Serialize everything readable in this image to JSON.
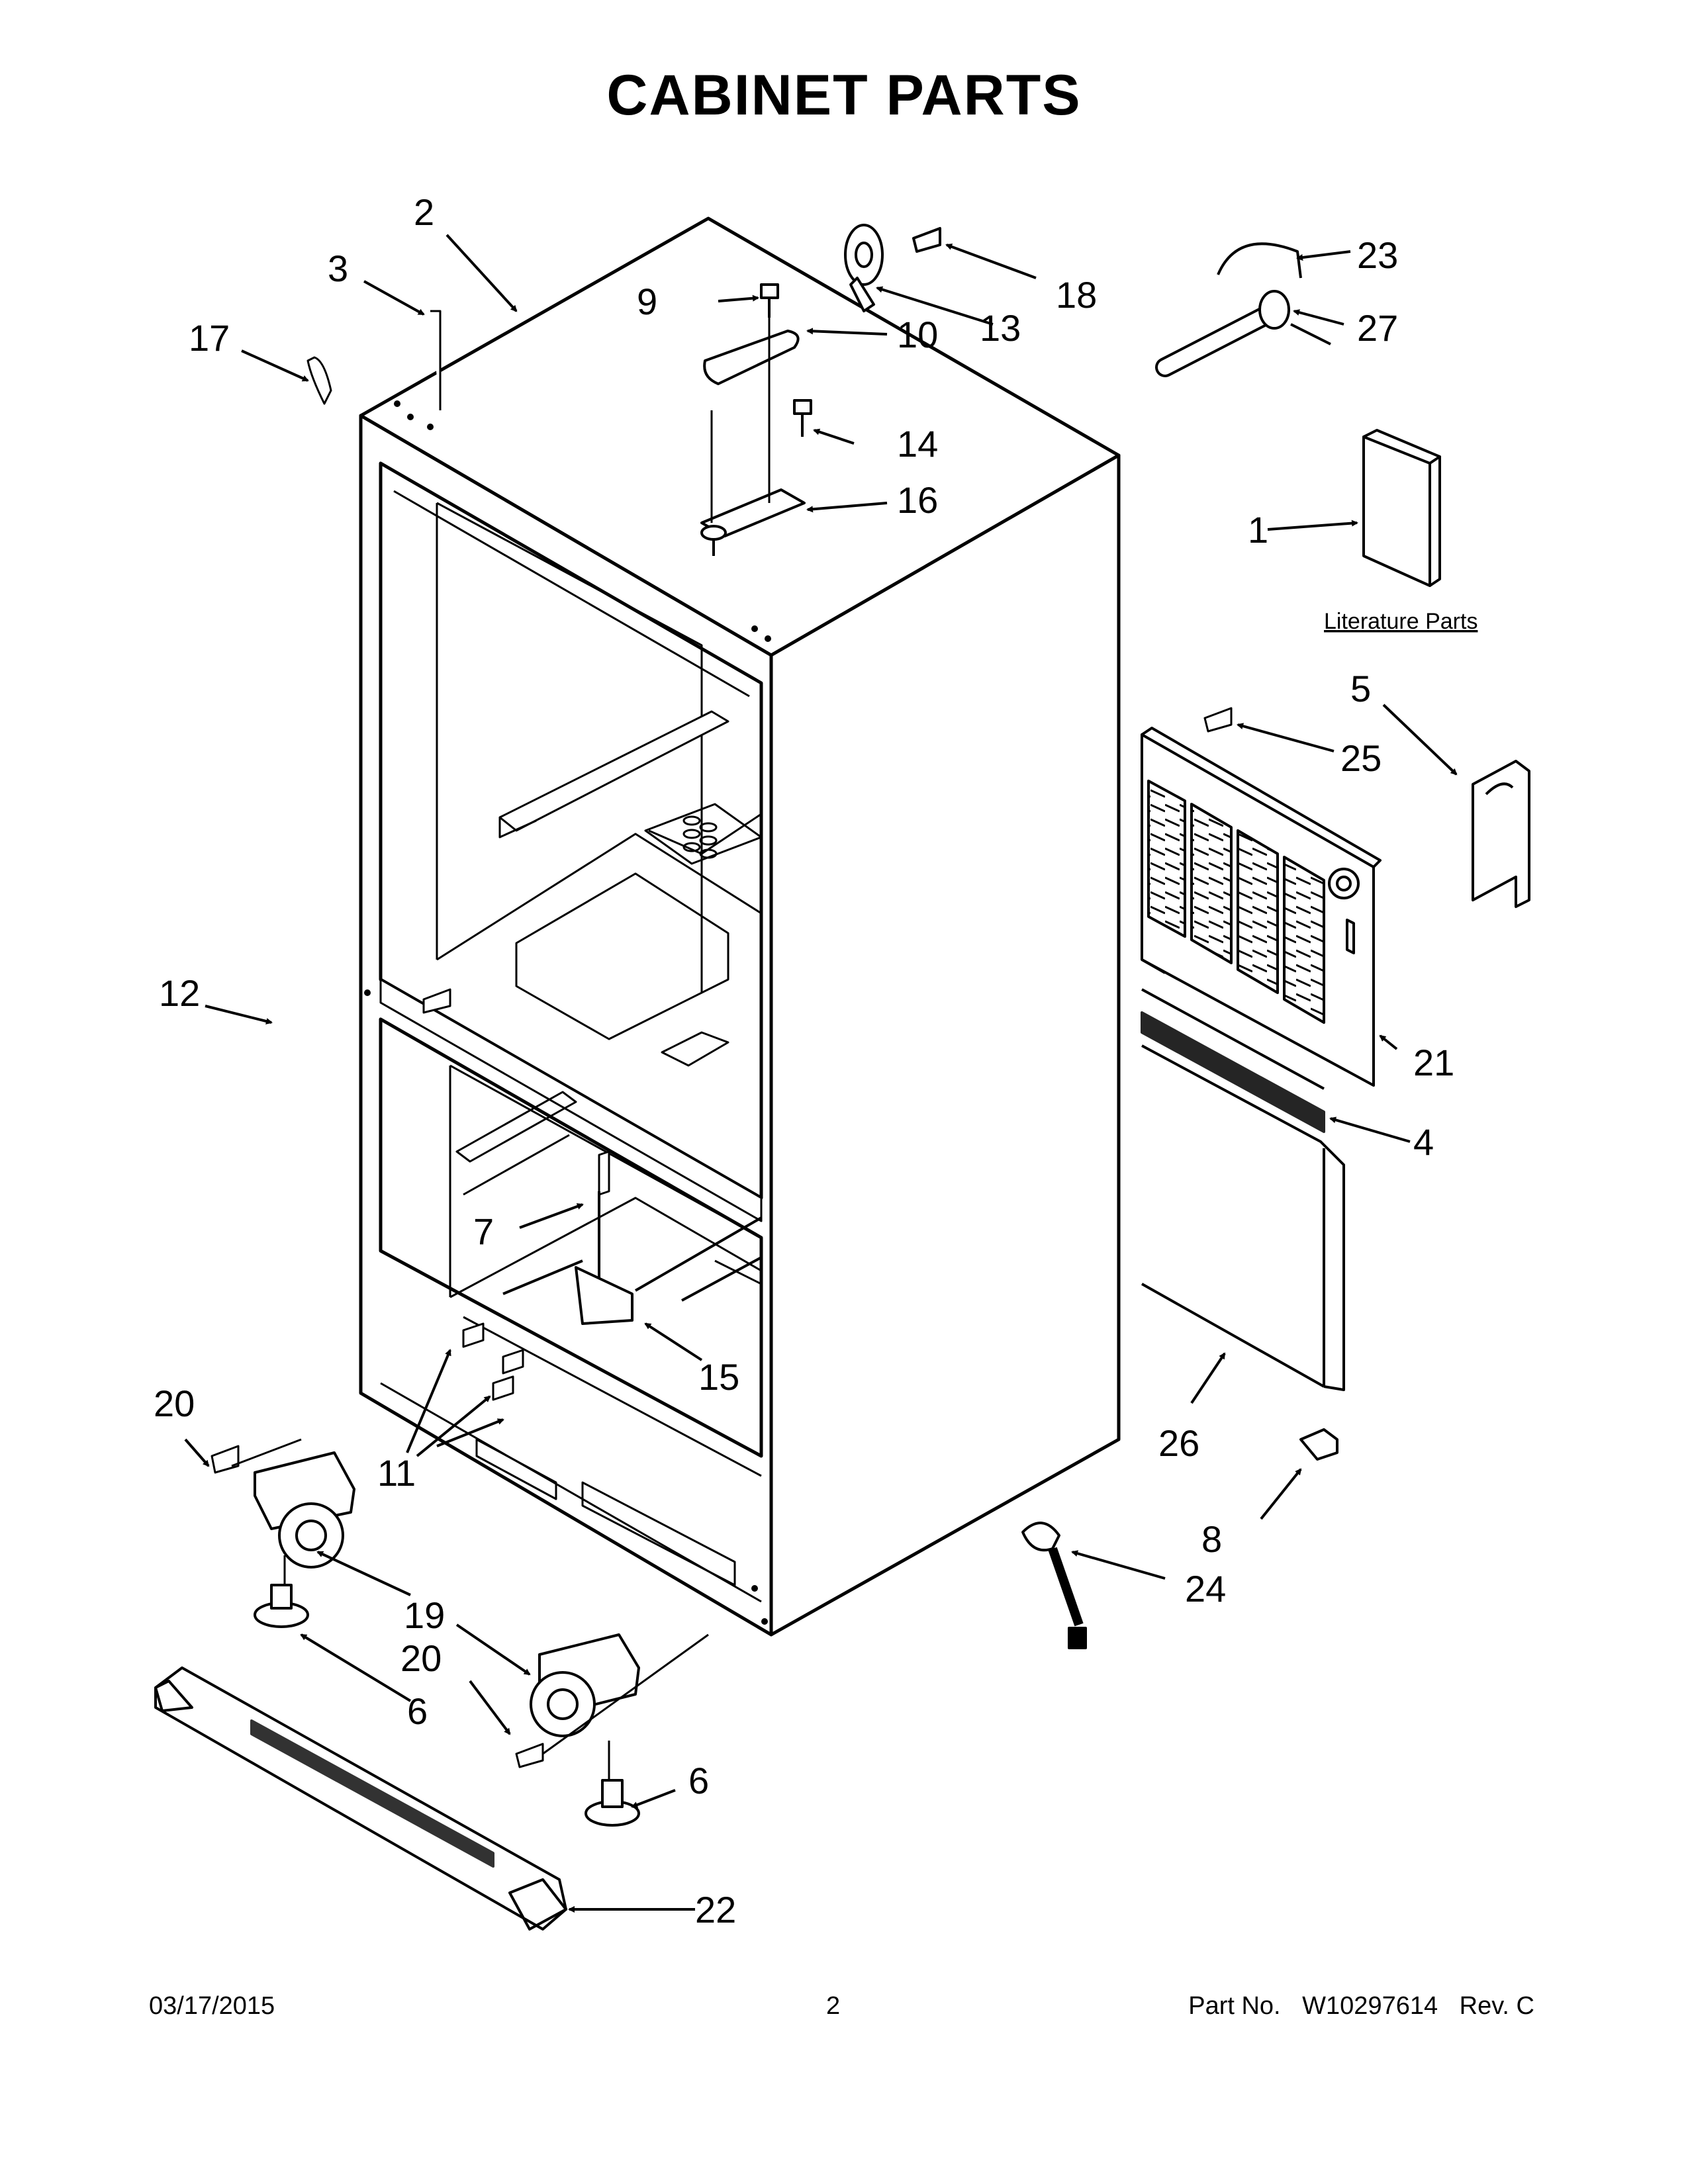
{
  "page": {
    "title": "CABINET PARTS",
    "footer": {
      "date": "03/17/2015",
      "page_number": "2",
      "part_no_label": "Part No.",
      "part_no": "W10297614",
      "revision": "Rev. C"
    }
  },
  "diagram": {
    "literature_label": "Literature Parts",
    "callouts": [
      "1",
      "2",
      "3",
      "4",
      "5",
      "6",
      "6",
      "7",
      "8",
      "9",
      "10",
      "11",
      "12",
      "13",
      "14",
      "15",
      "16",
      "17",
      "18",
      "19",
      "20",
      "20",
      "21",
      "22",
      "23",
      "24",
      "25",
      "26",
      "27"
    ]
  }
}
